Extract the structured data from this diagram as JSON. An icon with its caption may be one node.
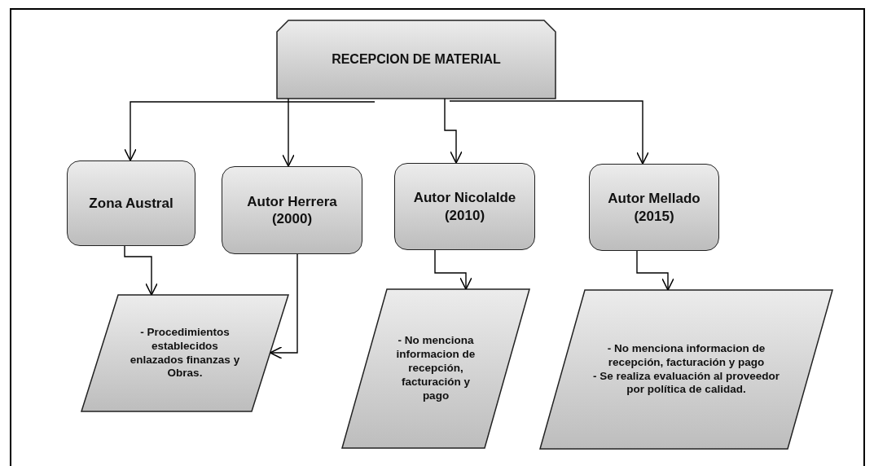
{
  "diagram": {
    "nodes": [
      {
        "text": [
          "RECEPCION DE MATERIAL"
        ]
      },
      {
        "text": [
          "Zona Austral"
        ]
      },
      {
        "text": [
          "Autor Herrera (2000)"
        ]
      },
      {
        "text": [
          "Autor Nicolalde (2010)"
        ]
      },
      {
        "text": [
          "Autor Mellado (2015)"
        ]
      },
      {
        "text": [
          "- Procedimientos establecidos enlazados finanzas y Obras."
        ]
      },
      {
        "text": [
          "- No menciona informacion de recepción, facturación y pago"
        ]
      },
      {
        "text": [
          "- No menciona informacion de recepción, facturación y pago",
          "- Se realiza evaluación al proveedor por política de calidad."
        ]
      }
    ],
    "edges": [
      {
        "from": 0,
        "to": 1,
        "arrow": "to"
      },
      {
        "from": 0,
        "to": 2,
        "arrow": "to"
      },
      {
        "from": 0,
        "to": 3,
        "arrow": "to"
      },
      {
        "from": 0,
        "to": 4,
        "arrow": "to"
      },
      {
        "from": 1,
        "to": 5,
        "arrow": "to"
      },
      {
        "from": 2,
        "to": 5,
        "arrow": "to"
      },
      {
        "from": 3,
        "to": 6,
        "arrow": "to"
      },
      {
        "from": 4,
        "to": 7,
        "arrow": "to"
      }
    ]
  }
}
